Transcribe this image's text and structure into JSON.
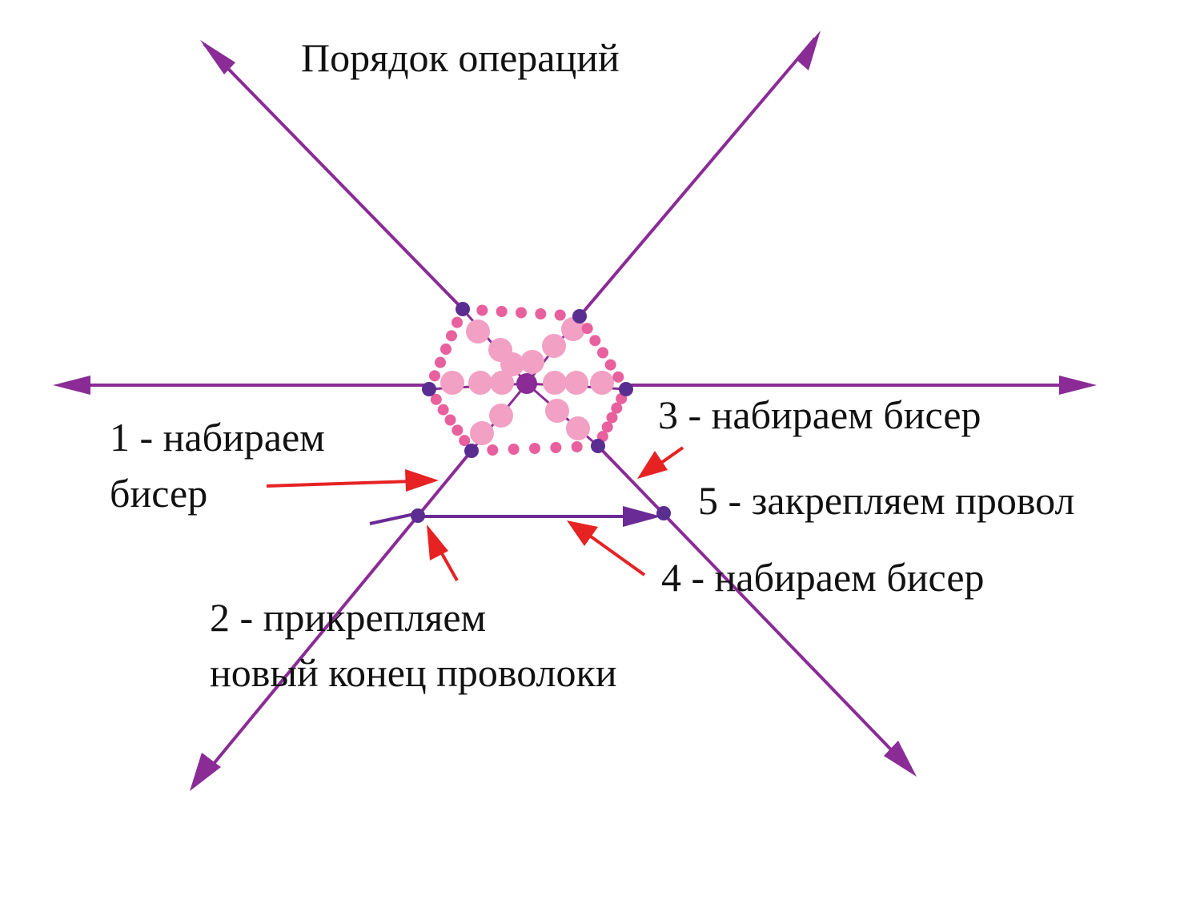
{
  "title": "Порядок операций",
  "steps": {
    "s1_line1": "1 - набираем",
    "s1_line2": "бисер",
    "s2_line1": "2 - прикрепляем",
    "s2_line2": "новый конец проволоки",
    "s3": "3 - набираем бисер",
    "s4": "4 - набираем бисер",
    "s5": "5 - закрепляем провол"
  },
  "colors": {
    "wire": "#8a2b96",
    "node": "#5a2d91",
    "bead_small": "#e8609d",
    "bead_large": "#f2a0c4",
    "pointer": "#e62222",
    "text": "#111111"
  }
}
